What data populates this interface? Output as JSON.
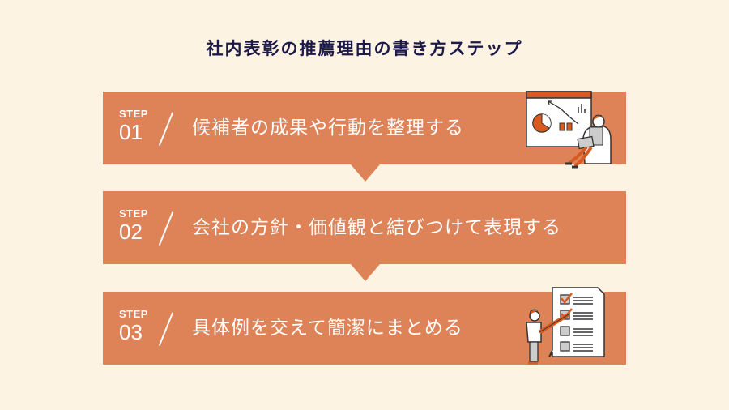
{
  "title": "社内表彰の推薦理由の書き方ステップ",
  "colors": {
    "background": "#fdf3e2",
    "step_box": "#de8258",
    "title_text": "#1d1a4a",
    "step_text": "#ffffff"
  },
  "steps": [
    {
      "label": "STEP",
      "number": "01",
      "text": "候補者の成果や行動を整理する",
      "illustration": "presentation-analysis-illustration"
    },
    {
      "label": "STEP",
      "number": "02",
      "text": "会社の方針・価値観と結びつけて表現する",
      "illustration": null
    },
    {
      "label": "STEP",
      "number": "03",
      "text": "具体例を交えて簡潔にまとめる",
      "illustration": "checklist-illustration"
    }
  ]
}
